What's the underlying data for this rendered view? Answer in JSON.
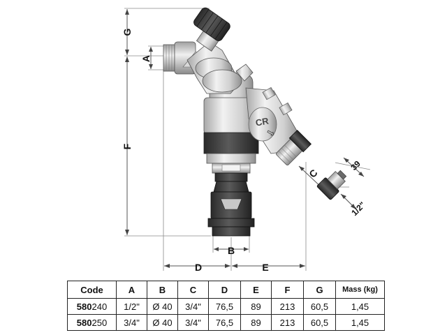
{
  "dimension_labels": {
    "A": "A",
    "B": "B",
    "C": "C",
    "D": "D",
    "E": "E",
    "F": "F",
    "G": "G",
    "width_39": "39",
    "thread": "1/2\""
  },
  "product_labels": {
    "body_marking": "CR",
    "arrow_glyph": "⇨"
  },
  "table": {
    "headers": [
      "Code",
      "A",
      "B",
      "C",
      "D",
      "E",
      "F",
      "G",
      "Mass (kg)"
    ],
    "rows": [
      {
        "code_bold": "580",
        "code_rest": "240",
        "A": "1/2\"",
        "B": "Ø 40",
        "C": "3/4\"",
        "D": "76,5",
        "E": "89",
        "F": "213",
        "G": "60,5",
        "mass": "1,45"
      },
      {
        "code_bold": "580",
        "code_rest": "250",
        "A": "3/4\"",
        "B": "Ø 40",
        "C": "3/4\"",
        "D": "76,5",
        "E": "89",
        "F": "213",
        "G": "60,5",
        "mass": "1,45"
      }
    ]
  },
  "colors": {
    "metal_light": "#e6e6e6",
    "metal_mid": "#bdbdbd",
    "metal_dark": "#8c8c8c",
    "black_part": "#3a3a3a",
    "gray_band": "#5a5a5a"
  }
}
